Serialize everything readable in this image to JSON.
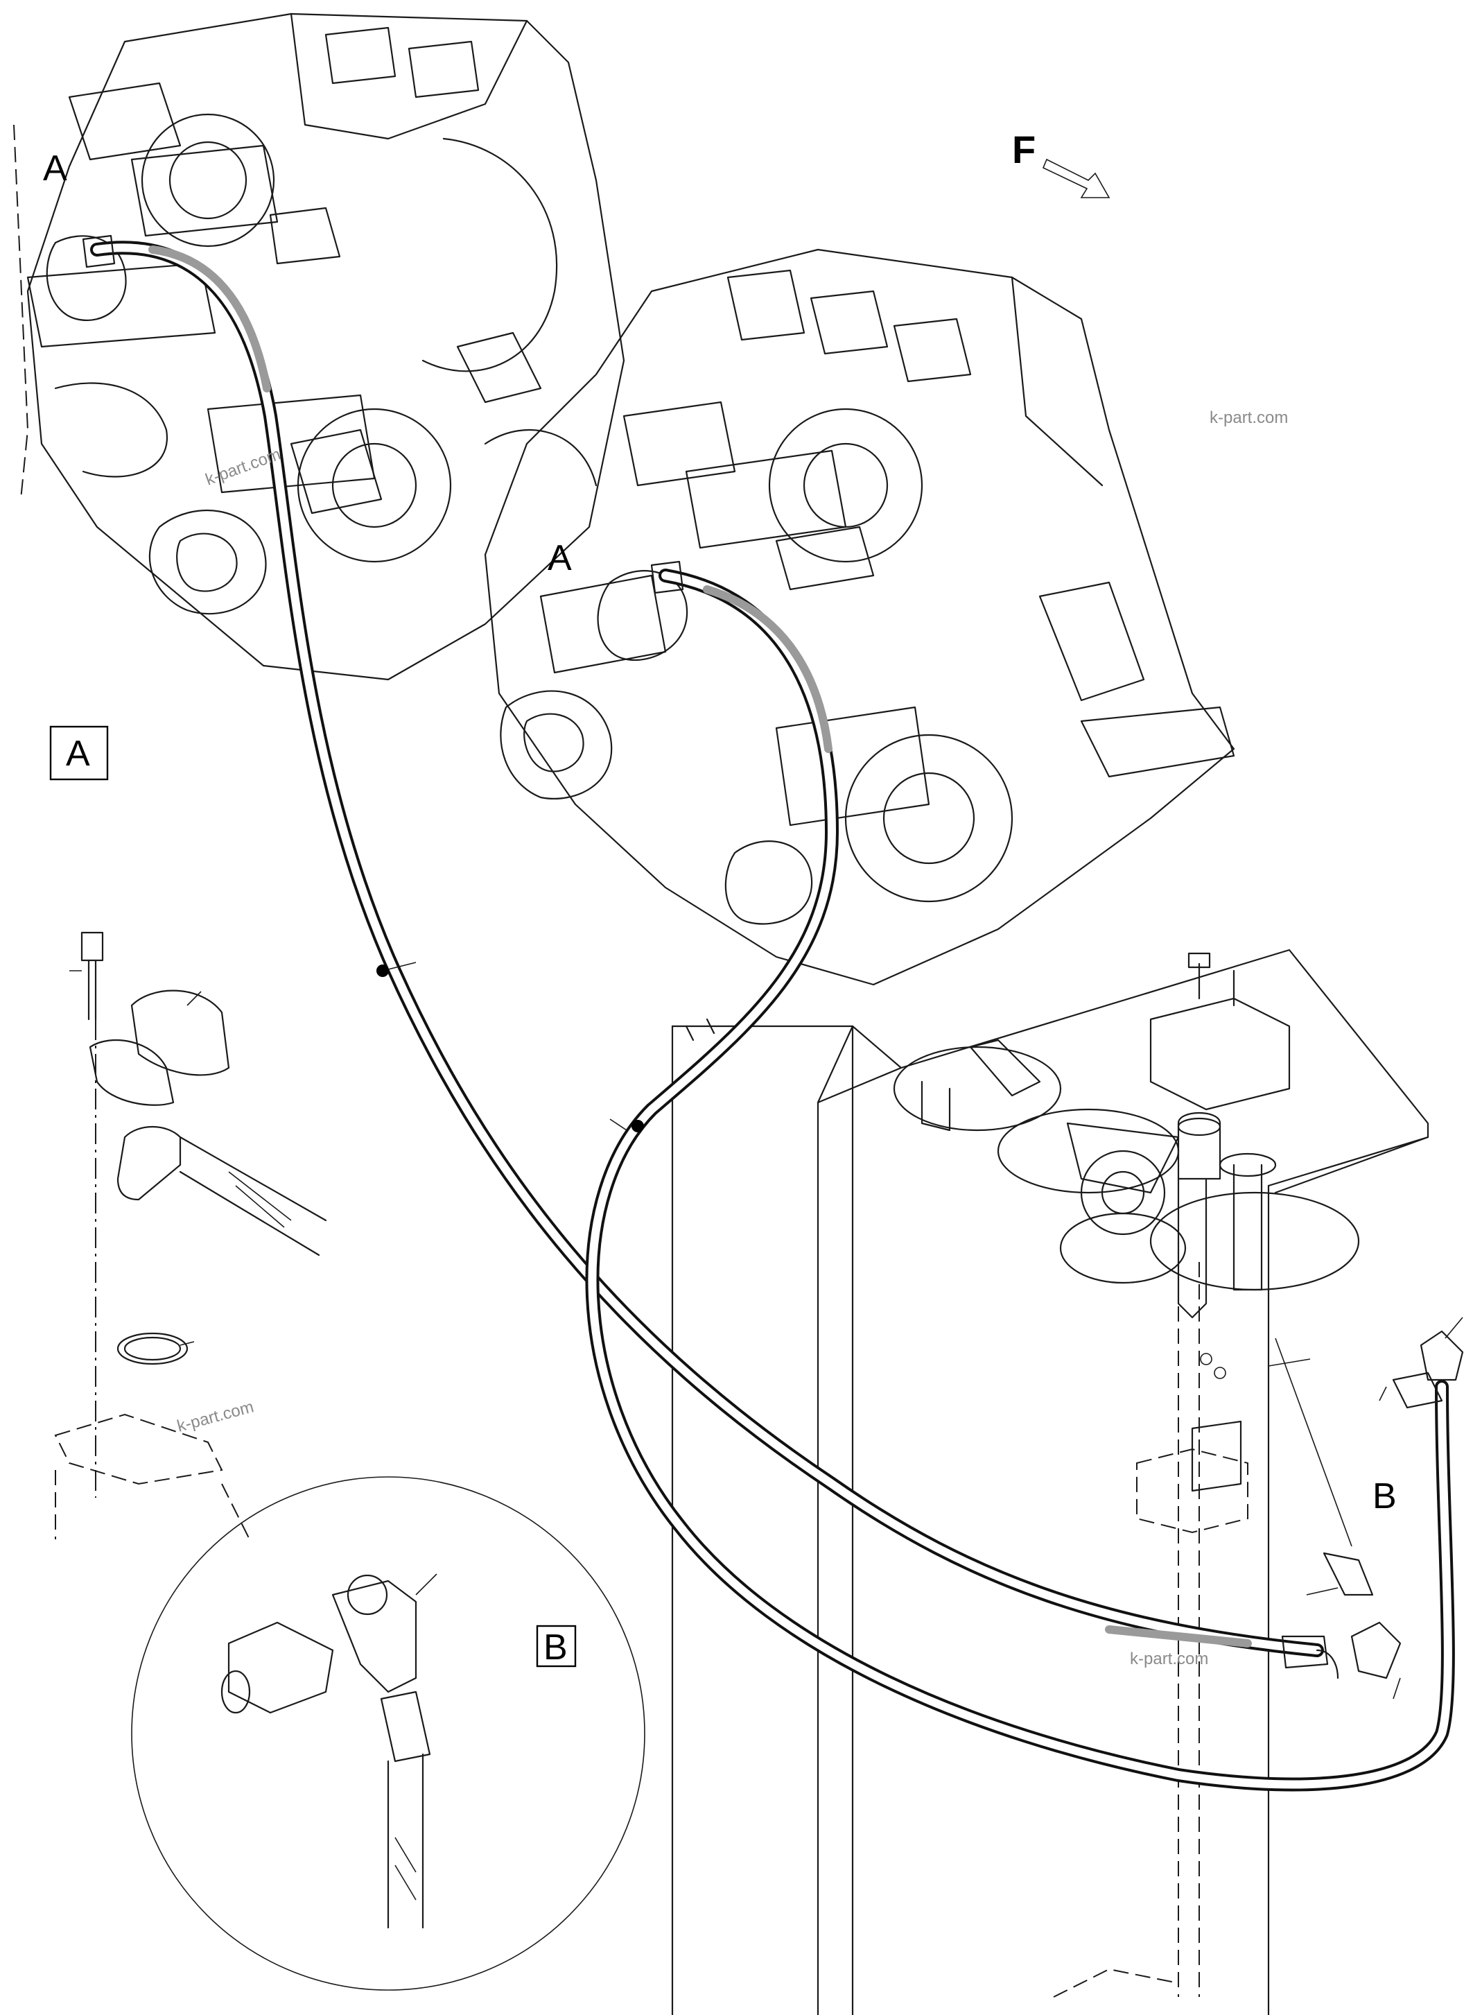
{
  "labels": {
    "view_a_top": "A",
    "view_a_mid": "A",
    "view_a_box": "A",
    "view_b_side": "B",
    "view_b_box": "B",
    "forward": "F"
  },
  "watermarks": [
    "k-part.com",
    "k-part.com",
    "k-part.com",
    "k-part.com"
  ],
  "colors": {
    "line": "#1a1a1a",
    "background": "#ffffff",
    "shade": "#9a9a9a"
  }
}
